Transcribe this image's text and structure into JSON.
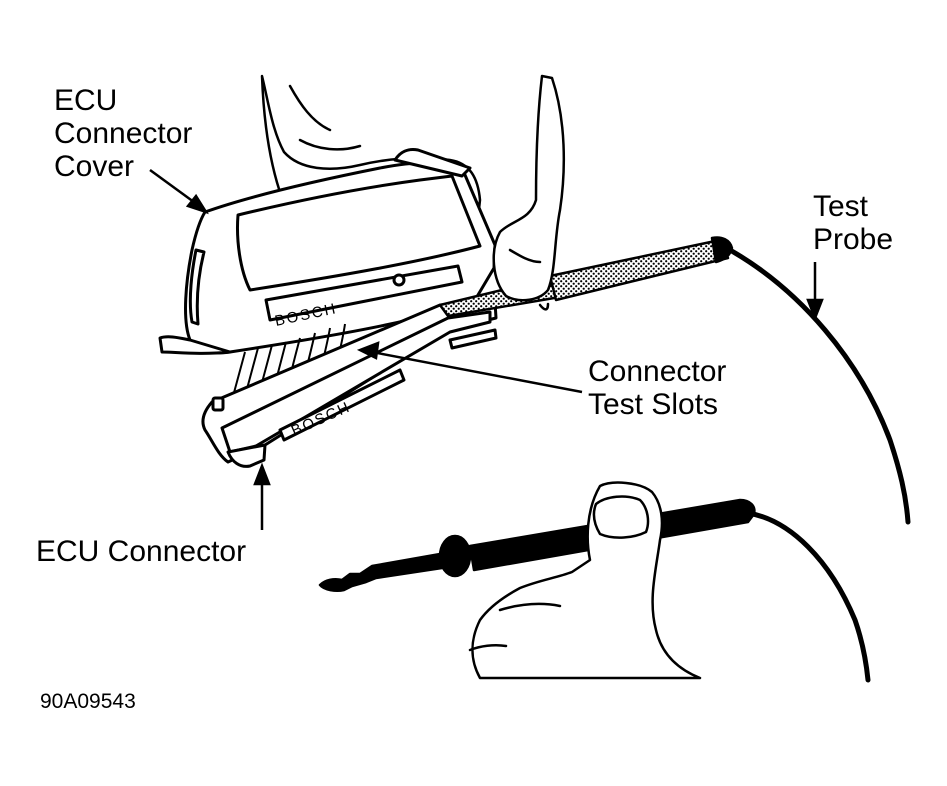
{
  "labels": {
    "ecu_connector_cover": [
      "ECU",
      "Connector",
      "Cover"
    ],
    "test_probe": [
      "Test",
      "Probe"
    ],
    "connector_test_slots": [
      "Connector",
      "Test Slots"
    ],
    "ecu_connector": "ECU Connector"
  },
  "figure_code": "90A09543",
  "brand_marks": [
    "BOSCH",
    "BOSCH"
  ],
  "colors": {
    "ink": "#000000",
    "paper": "#ffffff"
  }
}
